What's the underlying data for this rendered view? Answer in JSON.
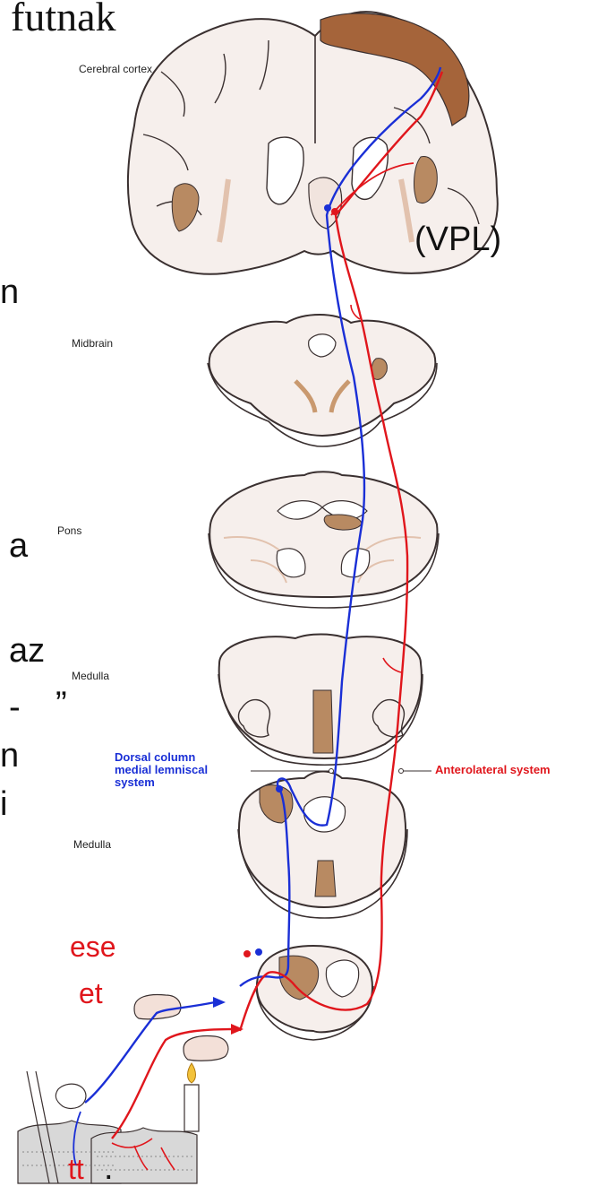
{
  "slide": {
    "title_fragment": "futnak",
    "vpl_label": "(VPL)",
    "left_fragments": [
      "n",
      "a",
      "az",
      "„",
      "-",
      "n",
      "i"
    ],
    "red_fragments": [
      "ese",
      "et",
      "tt"
    ],
    "trailing_period": "."
  },
  "diagram": {
    "labels": {
      "cerebral_cortex": "Cerebral cortex",
      "midbrain": "Midbrain",
      "pons": "Pons",
      "medulla_upper": "Medulla",
      "medulla_lower": "Medulla",
      "dorsal_column": [
        "Dorsal column",
        "medial lemniscal",
        "system"
      ],
      "anterolateral": "Anterolateral system"
    },
    "colors": {
      "tissue": "#f6efec",
      "outline": "#3a3030",
      "grey_matter": "#b88a62",
      "cortex_brown": "#a5643a",
      "dorsal_path": "#1a2fd6",
      "anterolateral_path": "#e0161c"
    }
  }
}
